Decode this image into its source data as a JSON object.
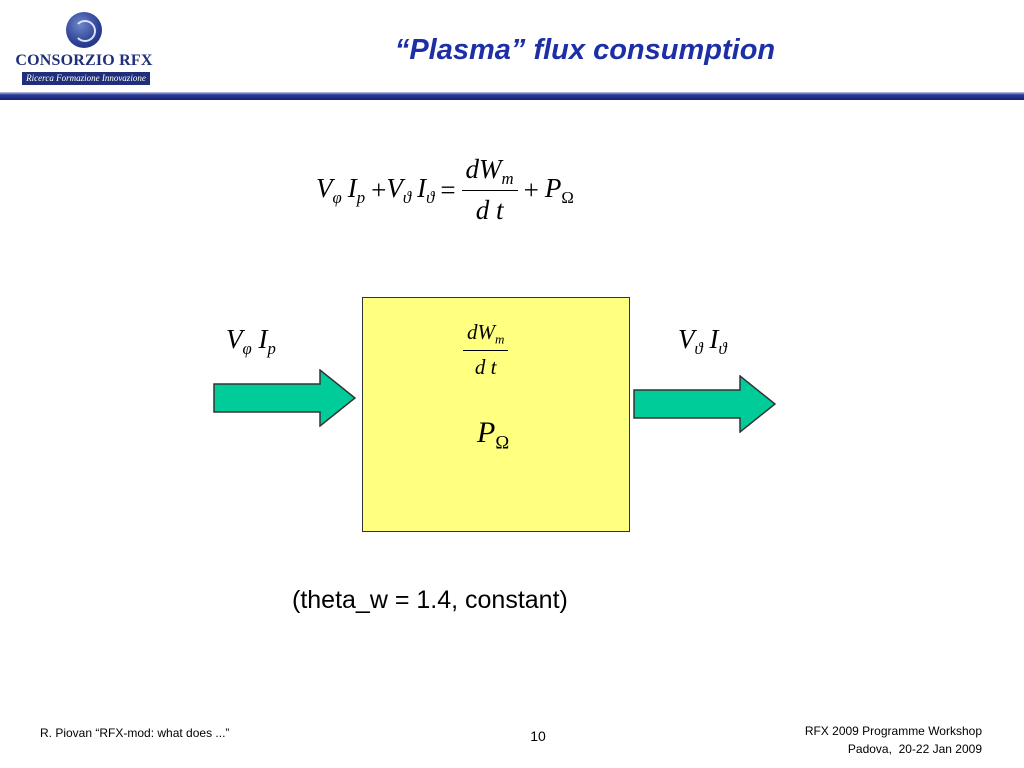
{
  "header": {
    "logo": {
      "name": "CONSORZIO RFX",
      "tagline": "Ricerca Formazione Innovazione"
    },
    "title": "“Plasma” flux consumption"
  },
  "equation": {
    "V": "V",
    "I": "I",
    "P": "P",
    "phi": "φ",
    "p": "p",
    "theta": "ϑ",
    "plus": "+",
    "equals": "=",
    "d": "d",
    "W": "W",
    "m": "m",
    "t": "t",
    "omega": "Ω"
  },
  "diagram": {
    "input_label": {
      "V": "V",
      "phi": "φ",
      "I": "I",
      "p": "p"
    },
    "output_label": {
      "V": "V",
      "theta": "ϑ",
      "I": "I"
    },
    "box_fraction": {
      "d": "d",
      "W": "W",
      "m": "m",
      "t": "t"
    },
    "box_power": {
      "P": "P",
      "omega": "Ω"
    },
    "arrow_color": "#00cc99",
    "box_color": "#ffff80"
  },
  "note": "(theta_w = 1.4, constant)",
  "footer": {
    "author": "R. Piovan “RFX-mod: what does ...”",
    "page": "10",
    "event": "RFX 2009 Programme Workshop",
    "venue": "Padova,  20-22 Jan 2009"
  }
}
